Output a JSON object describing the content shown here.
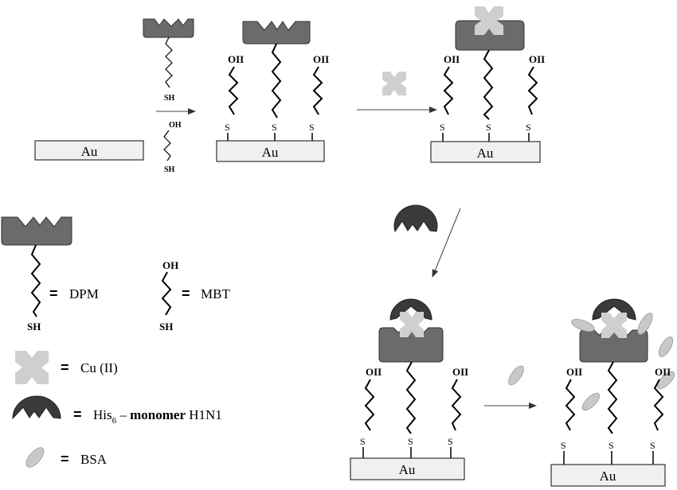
{
  "labels": {
    "au": "Au",
    "oh": "OH",
    "oh_alt": "OII",
    "sh": "SH",
    "s": "S"
  },
  "legend": {
    "eq": "=",
    "dpm": "DPM",
    "mbt": "MBT",
    "cu": "Cu (II)",
    "his_prefix": "His",
    "his_sub": "6",
    "his_dash": " – ",
    "his_bold": "monomer",
    "his_rest": " H1N1",
    "bsa": "BSA"
  },
  "colors": {
    "receptor": "#6b6b6b",
    "copper": "#cfcfcf",
    "protein": "#3a3a3a",
    "bsa": "#c8c8c8",
    "gold_fill": "#f0f0f0",
    "arrow": "#555555"
  }
}
